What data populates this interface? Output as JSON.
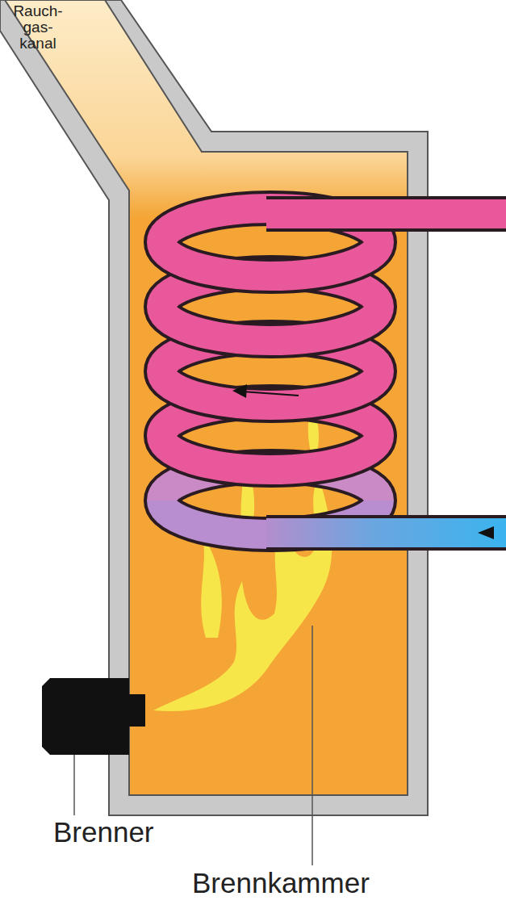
{
  "diagram": {
    "labels": [
      "Rauch- gas- kanal",
      "Brenner",
      "Brennkammer"
    ]
  }
}
